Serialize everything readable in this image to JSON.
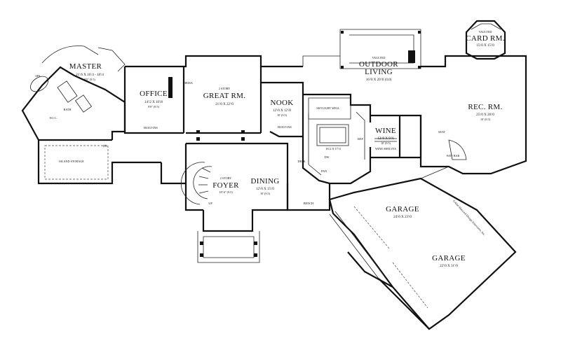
{
  "rooms": {
    "master": {
      "name": "MASTER",
      "dim": "21'/6 X 16'/4 - 18'/4",
      "ceil": "9'0\" (9.5)"
    },
    "office": {
      "name": "OFFICE",
      "dim": "14'/2 X 10'/8",
      "ceil": "9'0\" (9.5)"
    },
    "great_rm": {
      "story": "2 STORY",
      "name": "GREAT RM.",
      "dim": "21'/0 X 22'/0"
    },
    "nook": {
      "name": "NOOK",
      "dim": "12'/0 X 12'/8",
      "ceil": "10' (9.5)"
    },
    "outdoor_living": {
      "note": "VAULTED",
      "name1": "OUTDOOR",
      "name2": "LIVING",
      "dim": "16'/0 X 20'/0 (0.0)"
    },
    "card_rm": {
      "note": "VAULTED",
      "name": "CARD RM.",
      "dim": "15'/0 X 15'/0"
    },
    "rec_rm": {
      "name": "REC. RM.",
      "dim": "25'/0 X 28'/0",
      "ceil": "10' (9.5)"
    },
    "wine": {
      "name": "WINE",
      "dim": "12'/0 X 9'/6",
      "ceil": "10' (9.5)"
    },
    "foyer": {
      "story": "2 STORY",
      "name": "FOYER",
      "ceil": "18'-0\" (9.5)"
    },
    "dining": {
      "name": "DINING",
      "dim": "12'/0 X 15'/0",
      "ceil": "10' (9.5)"
    },
    "kitchen": {
      "dim": "16'/2 X 17'/4"
    },
    "garage1": {
      "name": "GARAGE",
      "dim": "24'/0 X 23'/0"
    },
    "garage2": {
      "name": "GARAGE",
      "dim": "22'/0 X 31'/0"
    }
  },
  "labels": {
    "spa": "SPA",
    "island_storage": "ISLAND STORAGE",
    "skylight_well": "SKYLIGHT WELL",
    "bench": "BENCH",
    "pan": "PAN",
    "wet_bar": "WET BAR",
    "built_ins": "BUILT-INS",
    "media": "MEDIA",
    "desk": "DESK",
    "wine_shelves": "WINE SHELVES",
    "seat": "SEAT",
    "dn": "DN",
    "up": "UP",
    "dw": "DW",
    "ref": "REF",
    "closet": "W.I.C.",
    "bath": "BATH",
    "copyright": "©Alan Mascord Design Associates, Inc."
  },
  "colors": {
    "line": "#111111",
    "background": "#ffffff"
  }
}
